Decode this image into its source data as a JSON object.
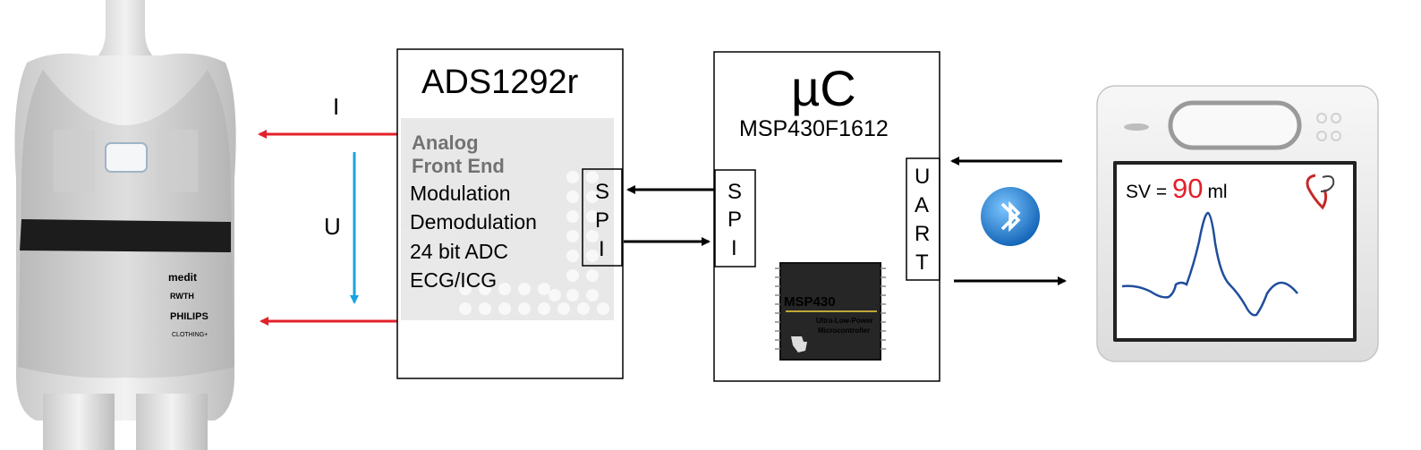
{
  "diagram": {
    "current_label": "I",
    "voltage_label": "U",
    "afe": {
      "title": "ADS1292r",
      "watermark_line1": "Analog",
      "watermark_line2": "Front End",
      "features": [
        "Modulation",
        "Demodulation",
        "24 bit ADC",
        "ECG/ICG"
      ],
      "spi_letters": [
        "S",
        "P",
        "I"
      ]
    },
    "mcu": {
      "title": "µC",
      "subtitle": "MSP430F1612",
      "spi_letters": [
        "S",
        "P",
        "I"
      ],
      "uart_letters": [
        "U",
        "A",
        "R",
        "T"
      ],
      "chip_brand": "MSP430",
      "chip_line1": "Ultra-Low-Power",
      "chip_line2": "Microcontroller"
    },
    "vest": {
      "logos": [
        "medit",
        "RWTH",
        "PHILIPS",
        "CLOTHING+"
      ]
    },
    "tablet": {
      "sv_prefix": "SV = ",
      "sv_value": "90",
      "sv_unit": "ml"
    },
    "colors": {
      "current_arrow": "#e3202a",
      "voltage_arrow": "#1aa3e0",
      "sv_value": "#e3202a",
      "waveform": "#1f4e9c",
      "bluetooth": "#1a7fd0"
    },
    "icons": [
      "bluetooth-icon",
      "ti-logo-icon",
      "logo-icon"
    ]
  }
}
